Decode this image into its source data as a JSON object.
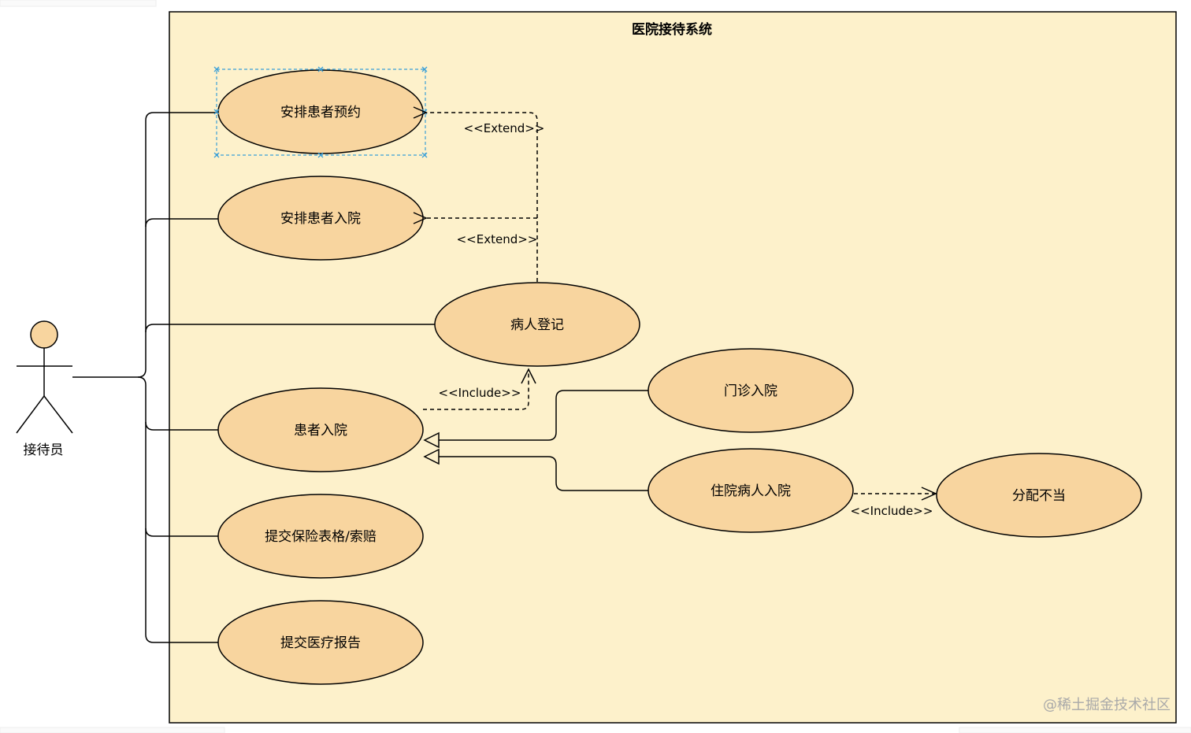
{
  "system": {
    "title": "医院接待系统"
  },
  "actor": {
    "name": "接待员"
  },
  "use_cases": {
    "schedule_appointment": "安排患者预约",
    "schedule_admission": "安排患者入院",
    "patient_registration": "病人登记",
    "patient_admission": "患者入院",
    "submit_insurance": "提交保险表格/索赔",
    "submit_medical_report": "提交医疗报告",
    "outpatient_admission": "门诊入院",
    "inpatient_admission": "住院病人入院",
    "bed_misallocation": "分配不当"
  },
  "relations": {
    "extend_appointment": "<<Extend>>",
    "extend_admission": "<<Extend>>",
    "include_registration": "<<Include>>",
    "include_misallocation": "<<Include>>"
  },
  "watermark": "@稀土掘金技术社区",
  "colors": {
    "system_fill": "#fdf1cb",
    "usecase_fill": "#f8d59f",
    "actor_fill": "#f8d59f",
    "selection": "#3aa0d8",
    "stroke": "#000000"
  }
}
